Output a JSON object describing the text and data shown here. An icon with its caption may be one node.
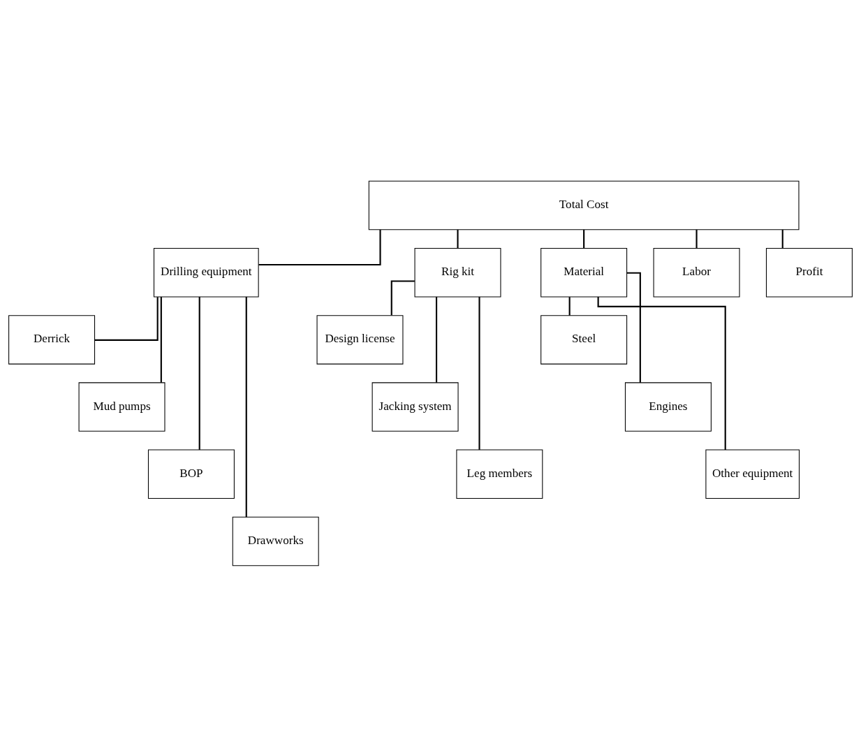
{
  "diagram": {
    "nodes": [
      {
        "text": [
          "Total Cost"
        ]
      },
      {
        "text": [
          "Drilling equipment"
        ]
      },
      {
        "text": [
          "Rig kit"
        ]
      },
      {
        "text": [
          "Material"
        ]
      },
      {
        "text": [
          "Labor"
        ]
      },
      {
        "text": [
          "Profit"
        ]
      },
      {
        "text": [
          "Derrick"
        ]
      },
      {
        "text": [
          "Mud pumps"
        ]
      },
      {
        "text": [
          "BOP"
        ]
      },
      {
        "text": [
          "Drawworks"
        ]
      },
      {
        "text": [
          "Design license"
        ]
      },
      {
        "text": [
          "Jacking system"
        ]
      },
      {
        "text": [
          "Leg members"
        ]
      },
      {
        "text": [
          "Steel"
        ]
      },
      {
        "text": [
          "Engines"
        ]
      },
      {
        "text": [
          "Other equipment"
        ]
      }
    ],
    "edges": [
      {
        "from": 0,
        "to": 1,
        "arrow": "none"
      },
      {
        "from": 0,
        "to": 2,
        "arrow": "none"
      },
      {
        "from": 0,
        "to": 3,
        "arrow": "none"
      },
      {
        "from": 0,
        "to": 4,
        "arrow": "none"
      },
      {
        "from": 0,
        "to": 5,
        "arrow": "none"
      },
      {
        "from": 1,
        "to": 6,
        "arrow": "none"
      },
      {
        "from": 1,
        "to": 7,
        "arrow": "none"
      },
      {
        "from": 1,
        "to": 8,
        "arrow": "none"
      },
      {
        "from": 1,
        "to": 9,
        "arrow": "none"
      },
      {
        "from": 2,
        "to": 10,
        "arrow": "none"
      },
      {
        "from": 2,
        "to": 11,
        "arrow": "none"
      },
      {
        "from": 2,
        "to": 12,
        "arrow": "none"
      },
      {
        "from": 3,
        "to": 13,
        "arrow": "none"
      },
      {
        "from": 3,
        "to": 14,
        "arrow": "none"
      },
      {
        "from": 3,
        "to": 15,
        "arrow": "none"
      }
    ]
  }
}
